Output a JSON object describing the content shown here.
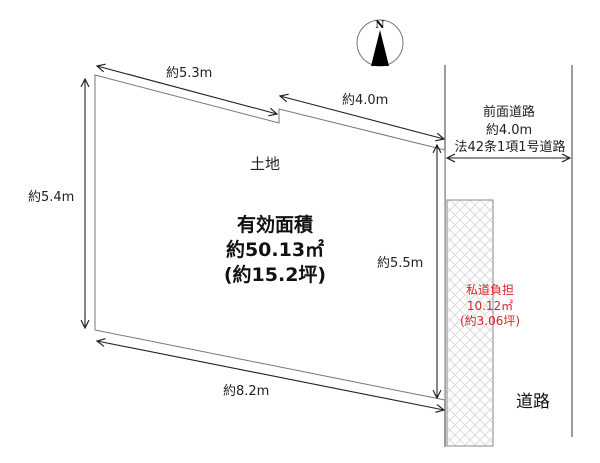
{
  "diagram": {
    "type": "land-plot-survey",
    "compass": {
      "label": "N",
      "icon": "north-arrow-icon"
    },
    "lot": {
      "label": "土地",
      "effective_area_title": "有効面積",
      "effective_area_m2": "約50.13㎡",
      "effective_area_tsubo": "(約15.2坪)"
    },
    "dimensions": {
      "top_left": "約5.3m",
      "top_right": "約4.0m",
      "left": "約5.4m",
      "right": "約5.5m",
      "bottom": "約8.2m"
    },
    "front_road": {
      "title": "前面道路",
      "width": "約4.0m",
      "classification": "法42条1項1号道路"
    },
    "private_road_burden": {
      "title": "私道負担",
      "area_m2": "10.12㎡",
      "area_tsubo": "(約3.06坪)",
      "color": "#d9262b"
    },
    "road_label": "道路"
  },
  "colors": {
    "line": "#333333",
    "lot_border": "#777777",
    "hatch": "#cfcfcf",
    "annotation_red": "#d9262b"
  }
}
